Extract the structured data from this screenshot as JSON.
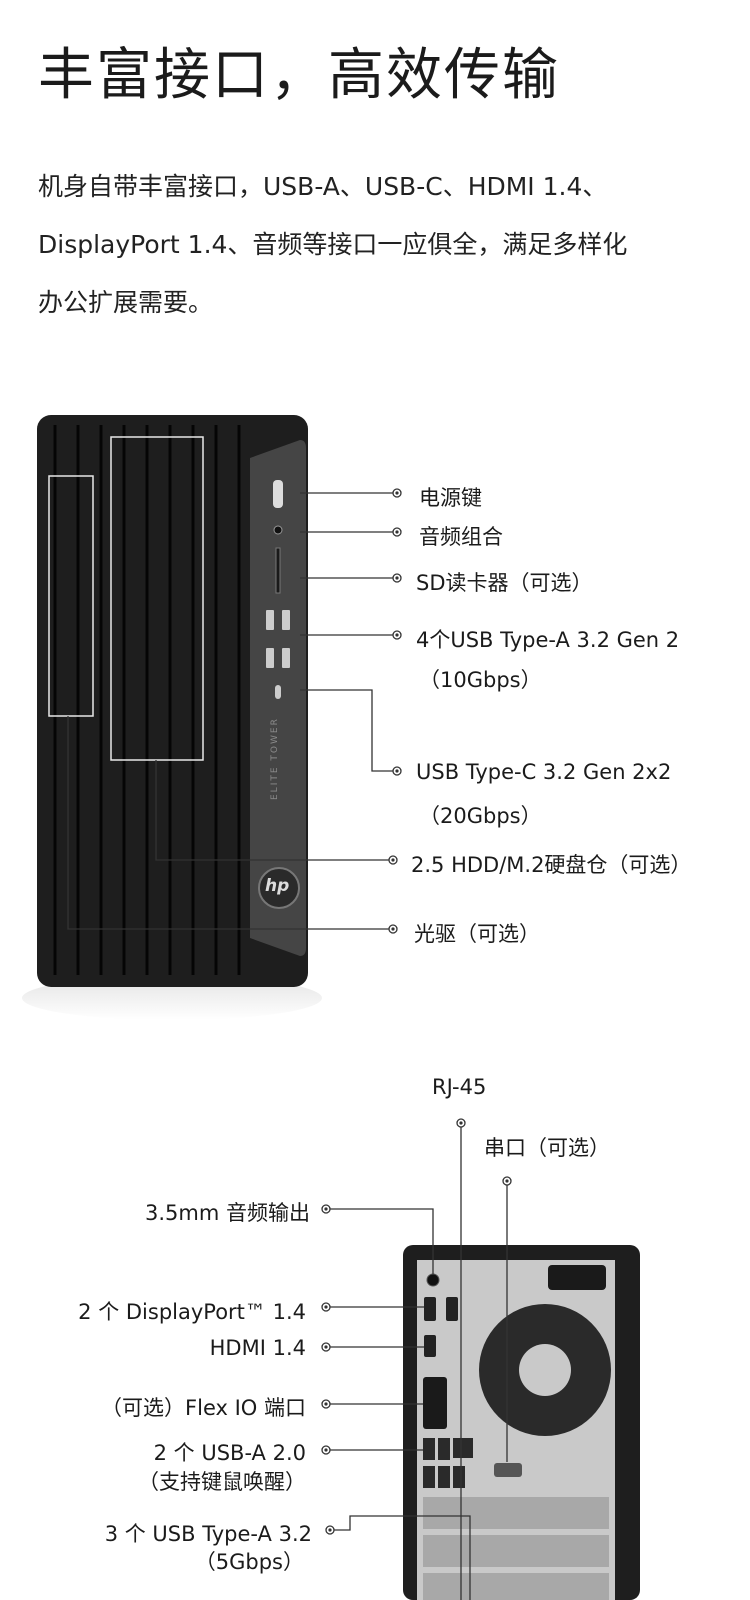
{
  "title": "丰富接口，高效传输",
  "description": [
    "机身自带丰富接口，USB-A、USB-C、HDMI 1.4、",
    "DisplayPort 1.4、音频等接口一应俱全，满足多样化",
    "办公扩展需要。"
  ],
  "front_labels": {
    "power": "电源键",
    "audio": "音频组合",
    "sd": "SD读卡器（可选）",
    "usb_a_1": "4个USB Type-A 3.2 Gen 2",
    "usb_a_2": "（10Gbps）",
    "usb_c_1": "USB Type-C 3.2 Gen 2x2",
    "usb_c_2": "（20Gbps）",
    "bay": "2.5 HDD/M.2硬盘仓（可选）",
    "odd": "光驱（可选）"
  },
  "tower_text": {
    "brand": "hp",
    "model": "ELITE TOWER"
  },
  "rear_labels": {
    "rj45": "RJ-45",
    "serial": "串口（可选）",
    "audio_out": "3.5mm 音频输出",
    "dp": "2 个 DisplayPort™ 1.4",
    "hdmi": "HDMI 1.4",
    "flexio": "（可选）Flex IO 端口",
    "usb20_1": "2 个 USB-A 2.0",
    "usb20_2": "（支持键鼠唤醒）",
    "usb32_1": "3 个 USB Type-A 3.2",
    "usb32_2": "（5Gbps）"
  },
  "colors": {
    "tower_body": "#1e1e1e",
    "tower_panel": "#454545",
    "rear_plate": "#c9c9c9",
    "callout_line": "#333333"
  }
}
